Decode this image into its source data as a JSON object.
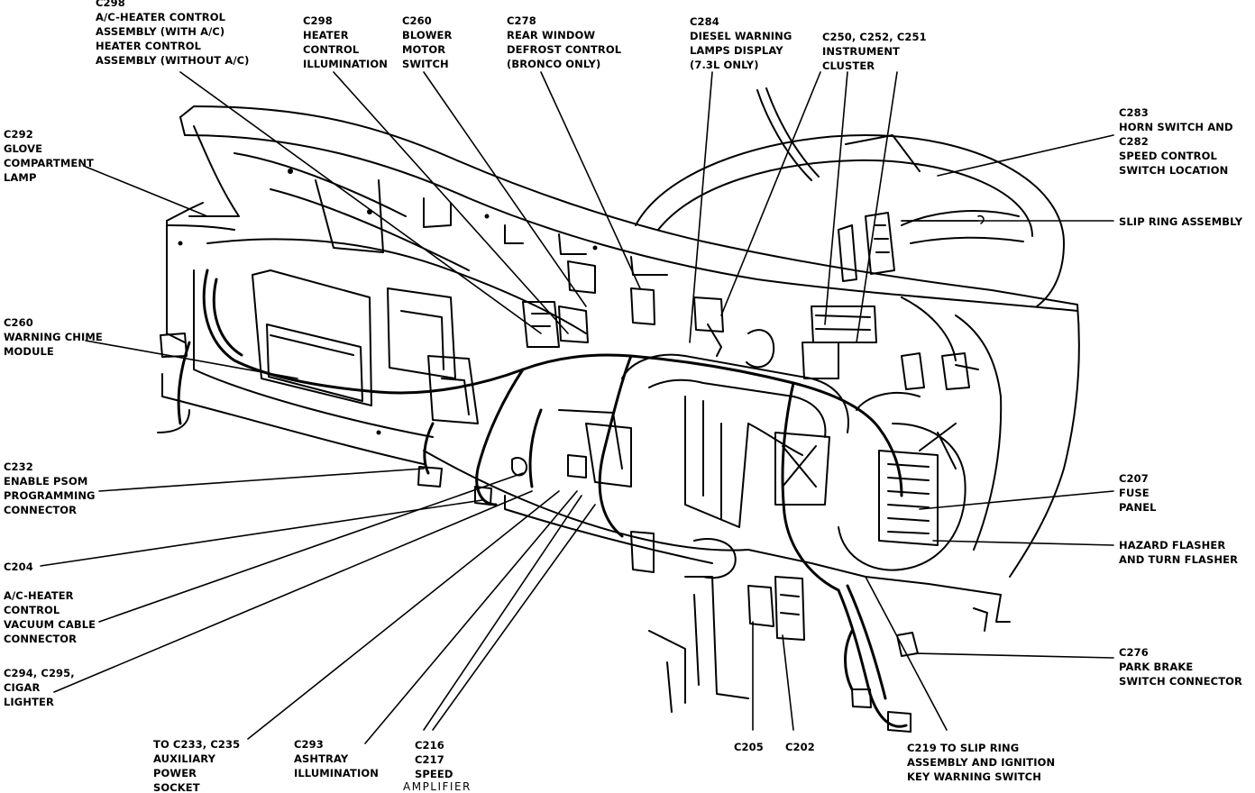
{
  "diagram": {
    "callouts": {
      "c298_ac": [
        "C298",
        "A/C-HEATER CONTROL",
        "ASSEMBLY (WITH A/C)",
        "HEATER CONTROL",
        "ASSEMBLY (WITHOUT A/C)"
      ],
      "c298_illum": [
        "C298",
        "HEATER",
        "CONTROL",
        "ILLUMINATION"
      ],
      "c260_blower": [
        "C260",
        "BLOWER",
        "MOTOR",
        "SWITCH"
      ],
      "c278": [
        "C278",
        "REAR WINDOW",
        "DEFROST CONTROL",
        "(BRONCO ONLY)"
      ],
      "c284": [
        "C284",
        "DIESEL WARNING",
        "LAMPS DISPLAY",
        "(7.3L ONLY)"
      ],
      "c250": [
        "C250, C252, C251",
        "INSTRUMENT",
        "CLUSTER"
      ],
      "c292": [
        "C292",
        "GLOVE",
        "COMPARTMENT",
        "LAMP"
      ],
      "c283": [
        "C283",
        "HORN SWITCH AND",
        "C282",
        "SPEED CONTROL",
        "SWITCH LOCATION"
      ],
      "slip_ring": [
        "SLIP RING ASSEMBLY"
      ],
      "c260_chime": [
        "C260",
        "WARNING CHIME",
        "MODULE"
      ],
      "c232": [
        "C232",
        "ENABLE PSOM",
        "PROGRAMMING",
        "CONNECTOR"
      ],
      "c207": [
        "C207",
        "FUSE",
        "PANEL"
      ],
      "hazard": [
        "HAZARD FLASHER",
        "AND TURN FLASHER"
      ],
      "c204": [
        "C204"
      ],
      "vacuum": [
        "A/C-HEATER",
        "CONTROL",
        "VACUUM CABLE",
        "CONNECTOR"
      ],
      "c276": [
        "C276",
        "PARK BRAKE",
        "SWITCH CONNECTOR"
      ],
      "c294": [
        "C294, C295,",
        "CIGAR",
        "LIGHTER"
      ],
      "c233": [
        "TO C233, C235",
        "AUXILIARY",
        "POWER",
        "SOCKET"
      ],
      "c293": [
        "C293",
        "ASHTRAY",
        "ILLUMINATION"
      ],
      "c216": [
        "C216",
        "C217",
        "SPEED"
      ],
      "c205": [
        "C205"
      ],
      "c202": [
        "C202"
      ],
      "c219": [
        "C219 TO SLIP RING",
        "ASSEMBLY AND IGNITION",
        "KEY WARNING SWITCH"
      ],
      "amplifier": "AMPLIFIER"
    },
    "colors": {
      "ink": "#000000",
      "paper": "#ffffff"
    }
  }
}
